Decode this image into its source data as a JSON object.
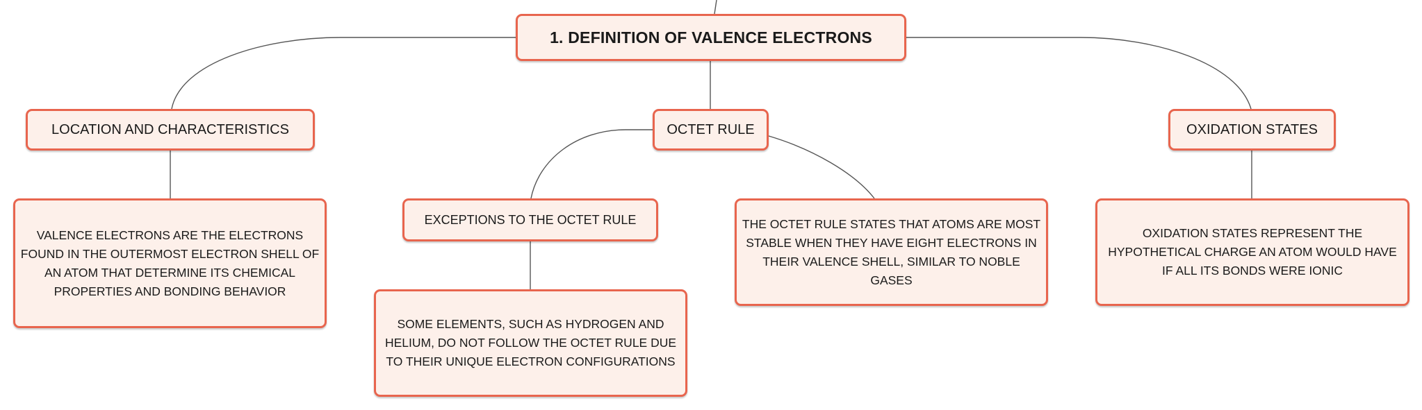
{
  "diagram": {
    "root": {
      "label": "1. DEFINITION OF VALENCE ELECTRONS"
    },
    "location": {
      "label": "LOCATION AND CHARACTERISTICS",
      "detail": "VALENCE ELECTRONS ARE THE ELECTRONS FOUND IN THE OUTERMOST ELECTRON SHELL OF AN ATOM THAT DETERMINE ITS CHEMICAL PROPERTIES AND BONDING BEHAVIOR"
    },
    "octet": {
      "label": "OCTET RULE",
      "detail": "THE OCTET RULE STATES THAT ATOMS ARE MOST STABLE WHEN THEY HAVE EIGHT ELECTRONS IN THEIR VALENCE SHELL, SIMILAR TO NOBLE GASES",
      "exceptions": {
        "label": "EXCEPTIONS TO THE OCTET RULE",
        "detail": "SOME ELEMENTS, SUCH AS HYDROGEN AND HELIUM, DO NOT FOLLOW THE OCTET RULE DUE TO THEIR UNIQUE ELECTRON CONFIGURATIONS"
      }
    },
    "oxidation": {
      "label": "OXIDATION STATES",
      "detail": "OXIDATION STATES REPRESENT THE HYPOTHETICAL CHARGE AN ATOM WOULD HAVE IF ALL ITS BONDS WERE IONIC"
    },
    "colors": {
      "node_border": "#e8654e",
      "node_fill": "#fdf0ea",
      "connector": "#555555"
    }
  }
}
